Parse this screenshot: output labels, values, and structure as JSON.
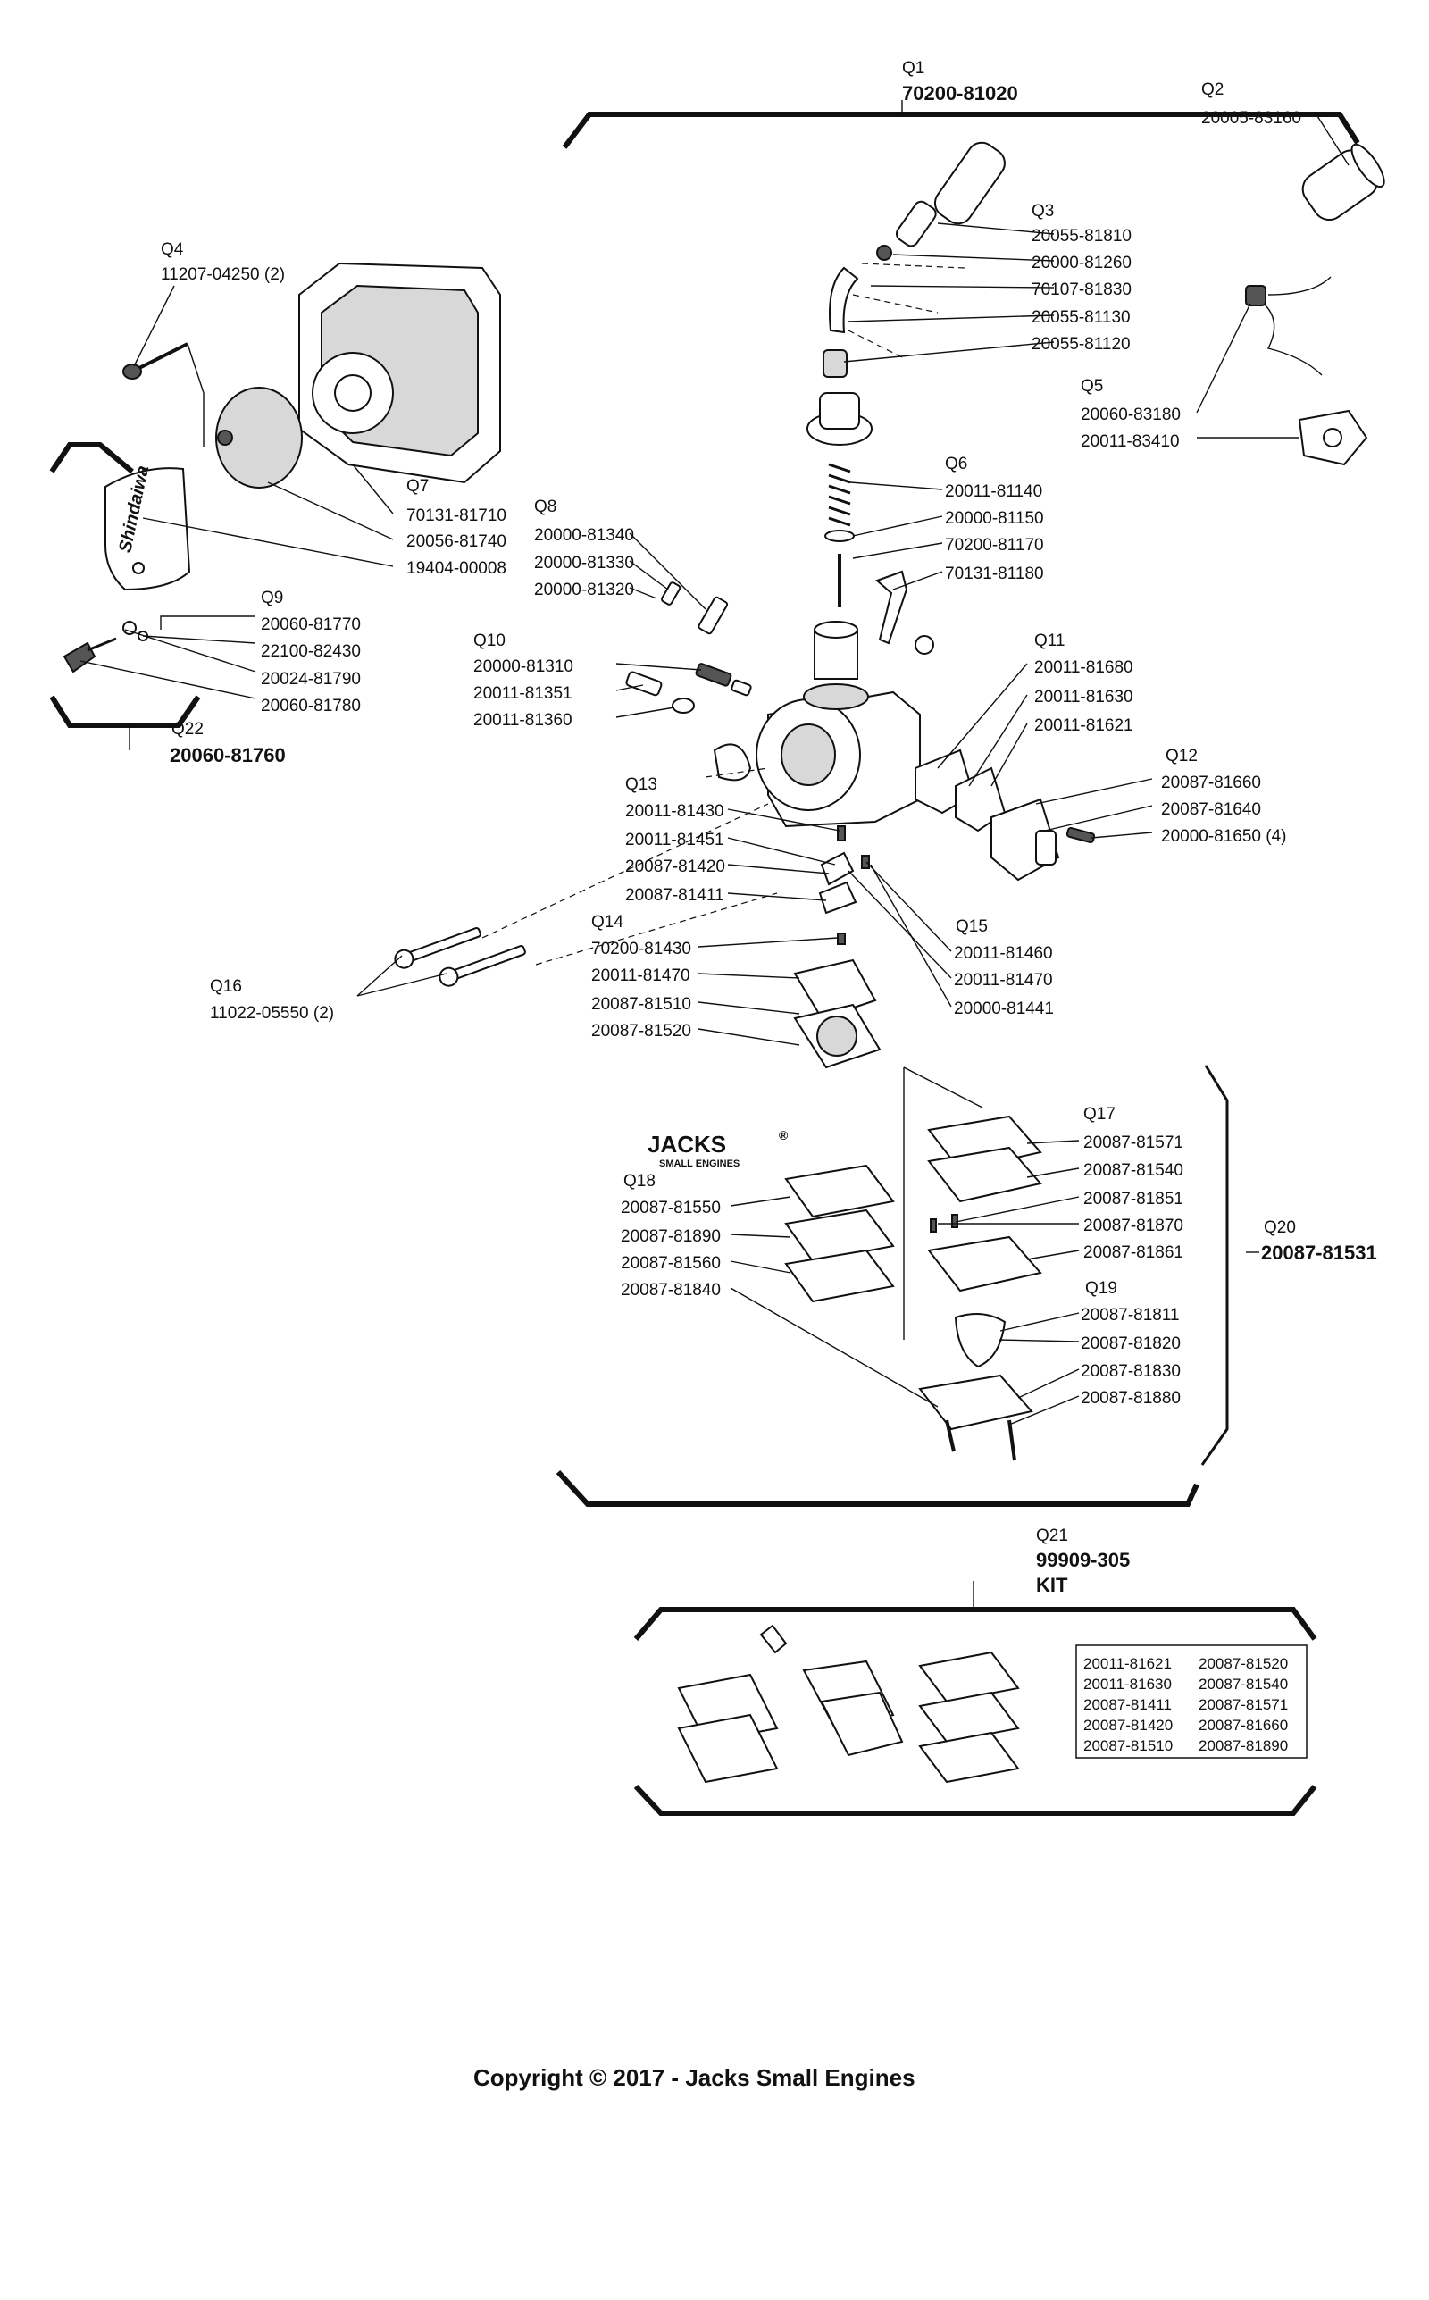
{
  "callouts": [
    {
      "id": "Q1",
      "number": "70200-81020"
    },
    {
      "id": "Q2",
      "number": "20005-83160"
    },
    {
      "id": "Q3",
      "number": "20055-81810"
    },
    {
      "id": "Q4",
      "number": "11207-04250 (2)"
    },
    {
      "id": "Q5",
      "number": "20060-83180"
    },
    {
      "id": "Q6",
      "number": "20011-81140"
    },
    {
      "id": "Q7",
      "number": "70131-81710"
    },
    {
      "id": "Q8",
      "number": "20000-81340"
    },
    {
      "id": "Q9",
      "number": "20060-81770"
    },
    {
      "id": "Q10",
      "number": "20000-81310"
    },
    {
      "id": "Q11",
      "number": "20011-81680"
    },
    {
      "id": "Q12",
      "number": "20087-81660"
    },
    {
      "id": "Q13",
      "number": "20011-81430"
    },
    {
      "id": "Q14",
      "number": "70200-81430"
    },
    {
      "id": "Q15",
      "number": "20011-81460"
    },
    {
      "id": "Q16",
      "number": "11022-05550 (2)"
    },
    {
      "id": "Q17",
      "number": "20087-81571"
    },
    {
      "id": "Q18",
      "number": "20087-81550"
    },
    {
      "id": "Q19",
      "number": "20087-81811"
    },
    {
      "id": "Q20",
      "number": "20087-81531"
    },
    {
      "id": "Q21",
      "number": "99909-305",
      "extra": "KIT"
    },
    {
      "id": "Q22",
      "number": "20060-81760"
    }
  ],
  "part_numbers": {
    "carb_top": [
      "20000-81260",
      "70107-81830",
      "20055-81130",
      "20055-81120"
    ],
    "q5_extra": [
      "20011-83410"
    ],
    "q6_extra": [
      "20000-81150",
      "70200-81170",
      "70131-81180"
    ],
    "q7_extra": [
      "20056-81740",
      "19404-00008"
    ],
    "q8_extra": [
      "20000-81330",
      "20000-81320"
    ],
    "q9_extra": [
      "22100-82430",
      "20024-81790",
      "20060-81780"
    ],
    "q10_extra": [
      "20011-81351",
      "20011-81360"
    ],
    "q11_extra": [
      "20011-81630",
      "20011-81621"
    ],
    "q12_extra": [
      "20087-81640",
      "20000-81650 (4)"
    ],
    "q13_extra": [
      "20011-81451",
      "20087-81420",
      "20087-81411"
    ],
    "q14_extra": [
      "20011-81470",
      "20087-81510",
      "20087-81520"
    ],
    "q15_extra": [
      "20011-81470",
      "20000-81441"
    ],
    "q17_extra": [
      "20087-81540",
      "20087-81851",
      "20087-81870",
      "20087-81861"
    ],
    "q18_extra": [
      "20087-81890",
      "20087-81560",
      "20087-81840"
    ],
    "q19_extra": [
      "20087-81820",
      "20087-81830",
      "20087-81880"
    ]
  },
  "kit_table": [
    [
      "20011-81621",
      "20087-81520"
    ],
    [
      "20011-81630",
      "20087-81540"
    ],
    [
      "20087-81411",
      "20087-81571"
    ],
    [
      "20087-81420",
      "20087-81660"
    ],
    [
      "20087-81510",
      "20087-81890"
    ]
  ],
  "product_brand": "Shindaiwa",
  "watermark": {
    "brand": "JACKS",
    "registered": "®",
    "sub": "SMALL ENGINES"
  },
  "copyright": "Copyright © 2017 - Jacks Small Engines"
}
